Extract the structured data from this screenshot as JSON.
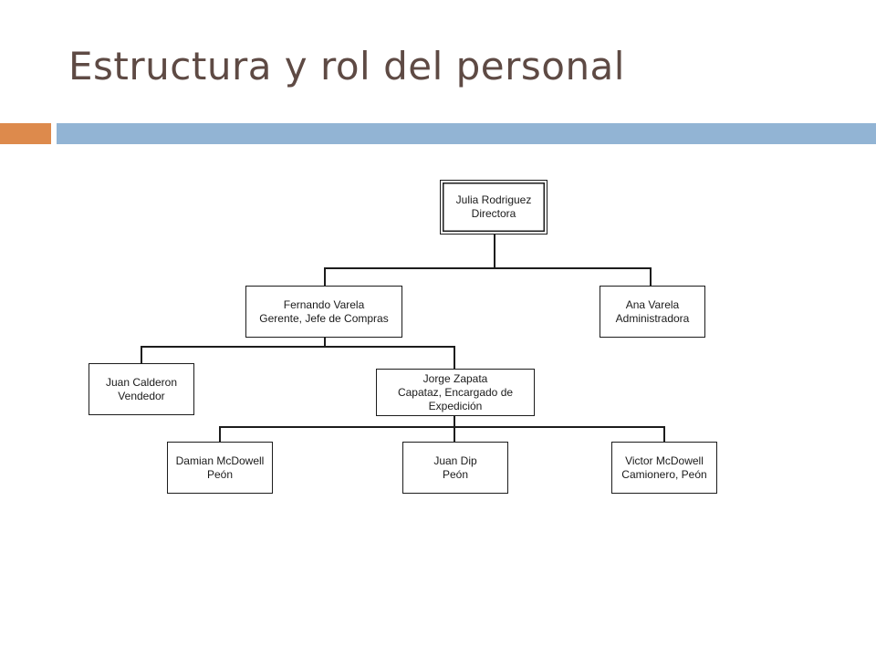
{
  "slide": {
    "title": "Estructura y rol del personal",
    "colors": {
      "title": "#5e4a44",
      "accent_bar": "#dd8a4c",
      "main_bar": "#92b4d4"
    }
  },
  "org_chart": {
    "nodes": [
      {
        "id": "julia",
        "name": "Julia Rodriguez",
        "role": "Directora",
        "parent": null
      },
      {
        "id": "fernando",
        "name": "Fernando Varela",
        "role": "Gerente, Jefe de Compras",
        "parent": "julia"
      },
      {
        "id": "ana",
        "name": "Ana Varela",
        "role": "Administradora",
        "parent": "julia"
      },
      {
        "id": "juan-calderon",
        "name": "Juan Calderon",
        "role": "Vendedor",
        "parent": "fernando"
      },
      {
        "id": "jorge",
        "name": "Jorge Zapata",
        "role": "Capataz, Encargado de",
        "role_2": "Expedición",
        "parent": "fernando"
      },
      {
        "id": "damian",
        "name": "Damian McDowell",
        "role": "Peón",
        "parent": "jorge"
      },
      {
        "id": "juan-dip",
        "name": "Juan Dip",
        "role": "Peón",
        "parent": "jorge"
      },
      {
        "id": "victor",
        "name": "Victor McDowell",
        "role": "Camionero, Peón",
        "parent": "jorge"
      }
    ]
  }
}
